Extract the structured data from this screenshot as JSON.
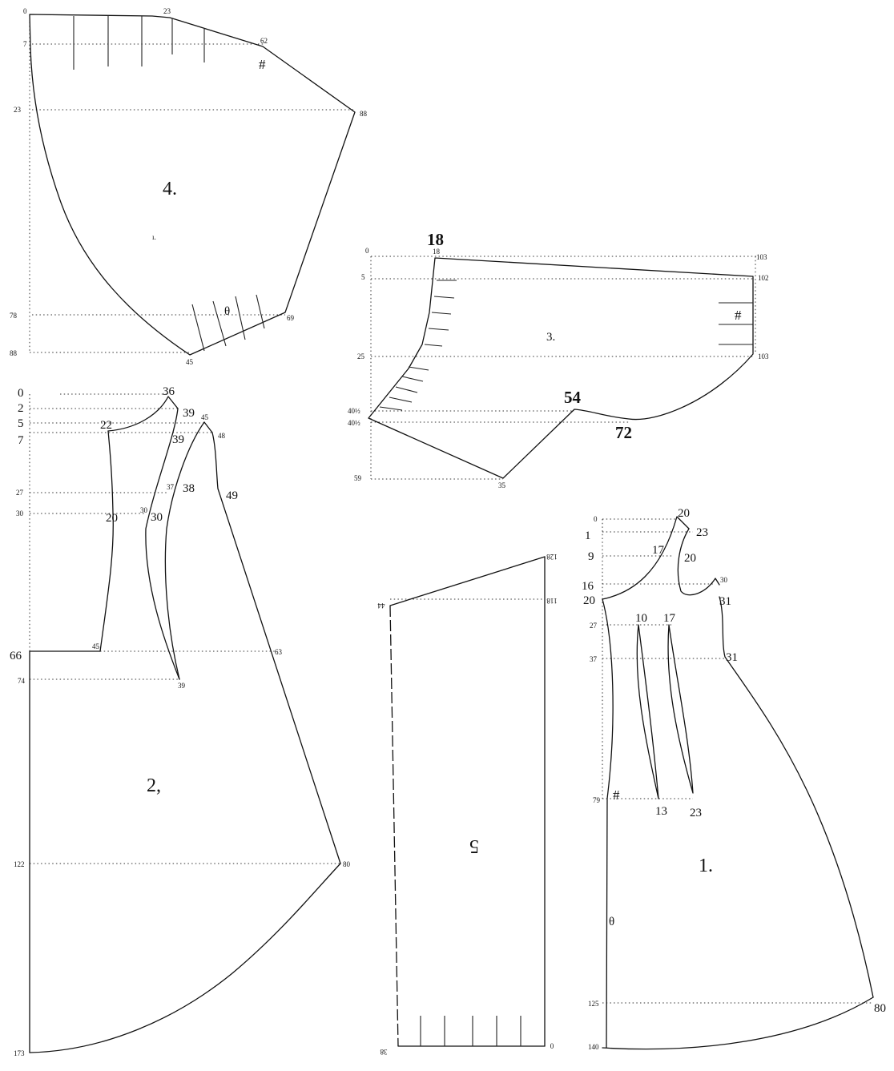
{
  "piece4": {
    "number": "4.",
    "mark": "ı.",
    "grain": "θ",
    "hash": "#",
    "labels": [
      "0",
      "23",
      "7",
      "62",
      "23",
      "88",
      "78",
      "69",
      "88",
      "45"
    ]
  },
  "piece3": {
    "number": "3.",
    "hash": "#",
    "labels": [
      "18",
      "0",
      "18",
      "103",
      "5",
      "102",
      "25",
      "103",
      "54",
      "40½",
      "40½",
      "72",
      "59",
      "35"
    ]
  },
  "piece2": {
    "number": "2,",
    "labels": [
      "0",
      "36",
      "2",
      "39",
      "5",
      "22",
      "45",
      "7",
      "39",
      "48",
      "27",
      "37",
      "38",
      "49",
      "30",
      "30",
      "30",
      "20",
      "66",
      "45",
      "63",
      "74",
      "39",
      "122",
      "80",
      "173"
    ]
  },
  "piece5": {
    "number": "5",
    "labels": [
      "128",
      "44",
      "118",
      "38",
      "0"
    ]
  },
  "piece1": {
    "number": "1.",
    "grain": "θ",
    "hash": "#",
    "labels": [
      "20",
      "0",
      "23",
      "1",
      "17",
      "9",
      "20",
      "30",
      "16",
      "20",
      "31",
      "27",
      "10",
      "17",
      "37",
      "31",
      "79",
      "13",
      "23",
      "125",
      "80",
      "140"
    ]
  }
}
